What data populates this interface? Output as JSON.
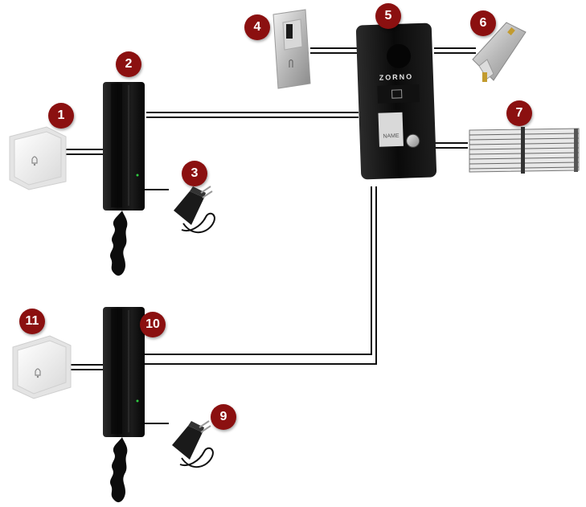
{
  "badges": {
    "b1": "1",
    "b2": "2",
    "b3": "3",
    "b4": "4",
    "b5": "5",
    "b6": "6",
    "b7": "7",
    "b9": "9",
    "b10": "10",
    "b11": "11"
  },
  "panel": {
    "brand": "ZORNO",
    "name_label": "NAME"
  },
  "colors": {
    "badge": "#8b1010",
    "handset": "#111111",
    "wire": "#111111",
    "panel": "#0d0d0d",
    "switch": "#f2f2f2",
    "gate": "#707070"
  },
  "icons": {
    "handset": "intercom-handset-icon",
    "switch": "doorbell-switch-icon",
    "power": "power-adapter-icon",
    "exit_button": "exit-button-icon",
    "door_panel": "door-station-icon",
    "strike": "electric-strike-icon",
    "gate": "gate-icon"
  }
}
